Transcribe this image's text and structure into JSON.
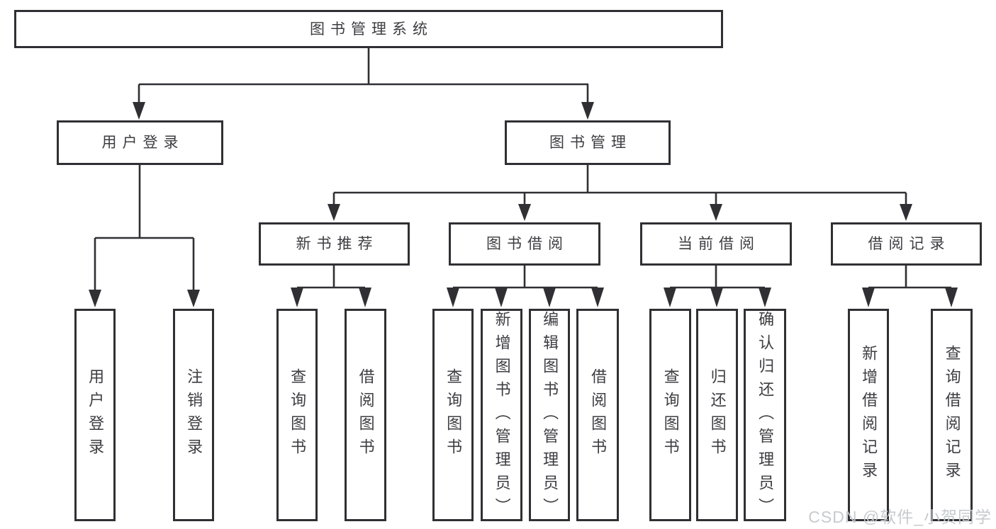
{
  "diagram": {
    "root": {
      "label": "图书管理系统"
    },
    "level2": [
      {
        "label": "用户登录"
      },
      {
        "label": "图书管理"
      }
    ],
    "level3": [
      {
        "label": "新书推荐"
      },
      {
        "label": "图书借阅"
      },
      {
        "label": "当前借阅"
      },
      {
        "label": "借阅记录"
      }
    ],
    "leaves": {
      "login": [
        "用户登录",
        "注销登录"
      ],
      "recommend": [
        "查询图书",
        "借阅图书"
      ],
      "borrow": [
        "查询图书",
        "新增图书（管理员）",
        "编辑图书（管理员）",
        "借阅图书"
      ],
      "current": [
        "查询图书",
        "归还图书",
        "确认归还（管理员）"
      ],
      "record": [
        "新增借阅记录",
        "查询借阅记录"
      ]
    }
  },
  "watermark": "CSDN @软件_小贺同学",
  "colors": {
    "line": "#303034",
    "box_border": "#303034",
    "text": "#3d3d42",
    "watermark": "#c5c9cd",
    "background": "#ffffff"
  }
}
